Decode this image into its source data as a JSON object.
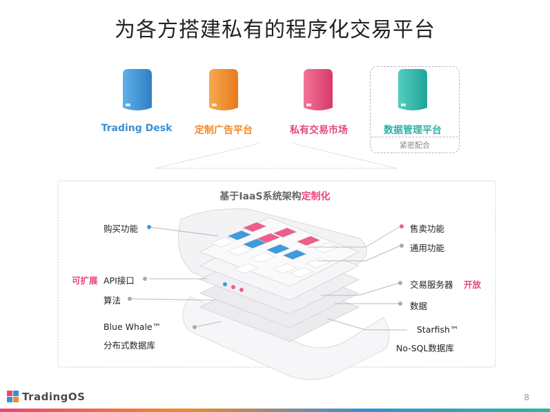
{
  "title": "为各方搭建私有的程序化交易平台",
  "products": [
    {
      "label": "Trading Desk",
      "color": "#3d8fd0"
    },
    {
      "label": "定制广告平台",
      "color": "#f08a2a"
    },
    {
      "label": "私有交易市场",
      "color": "#e04c7a"
    },
    {
      "label": "数据管理平台",
      "color": "#2cb3a5"
    }
  ],
  "dmp_note": "紧密配合",
  "section_title_main": "基于IaaS系统架构",
  "section_title_highlight": "定制化",
  "labels_left": {
    "buy": "购买功能",
    "api": "API接口",
    "algo": "算法",
    "bluewhale_1": "Blue Whale™",
    "bluewhale_2": "分布式数据库",
    "extendable": "可扩展"
  },
  "labels_right": {
    "sell": "售卖功能",
    "common": "通用功能",
    "server": "交易服务器",
    "open": "开放",
    "data": "数据",
    "starfish_1": "Starfish™",
    "starfish_2": "No-SQL数据库"
  },
  "logo": "TradingOS",
  "page_number": "8",
  "colors": {
    "accent_pink": "#e8467a",
    "blue_tile": "#3d9bdc",
    "pink_tile": "#ef5d88"
  }
}
